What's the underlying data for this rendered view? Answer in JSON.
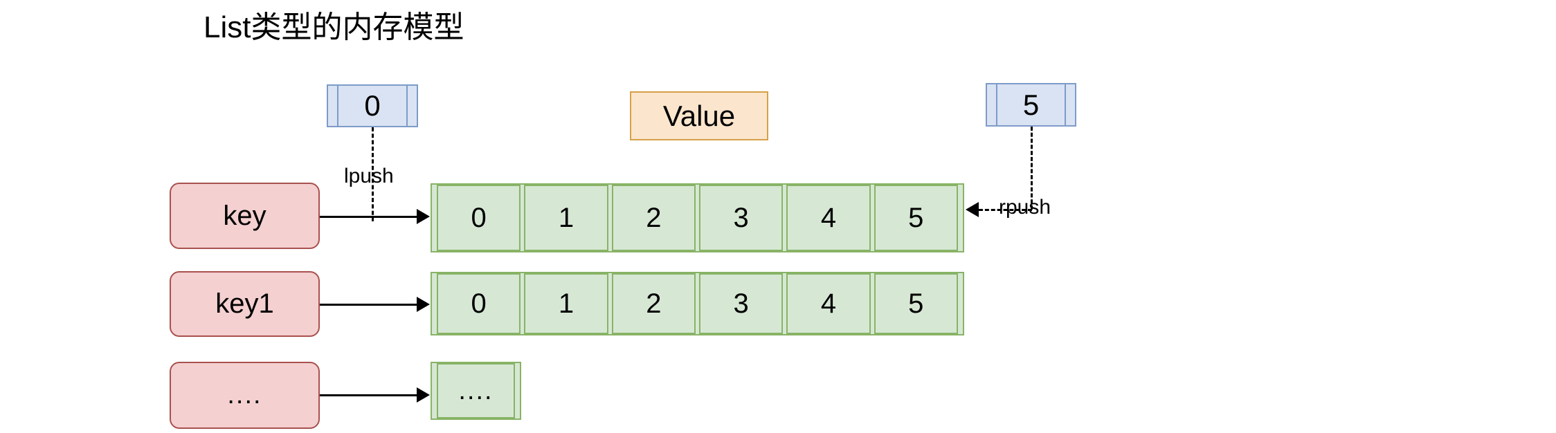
{
  "diagram": {
    "title": "List类型的内存模型",
    "legend": {
      "value_label": "Value"
    },
    "endpoints": {
      "head_index": "0",
      "tail_index": "5",
      "head_op": "lpush",
      "tail_op": "rpush"
    },
    "colors": {
      "blue_fill": "#dae3f3",
      "blue_stroke": "#7d9bc8",
      "orange_fill": "#fbe5cd",
      "orange_stroke": "#d6a147",
      "pink_fill": "#f4d0d0",
      "pink_stroke": "#a8514e",
      "green_fill": "#d6e8d4",
      "green_stroke": "#88b366",
      "line": "#000000",
      "background": "#ffffff"
    },
    "rows": [
      {
        "key": "key",
        "values": [
          "0",
          "1",
          "2",
          "3",
          "4",
          "5"
        ]
      },
      {
        "key": "key1",
        "values": [
          "0",
          "1",
          "2",
          "3",
          "4",
          "5"
        ]
      },
      {
        "key": "....",
        "values": [
          "...."
        ]
      }
    ]
  }
}
